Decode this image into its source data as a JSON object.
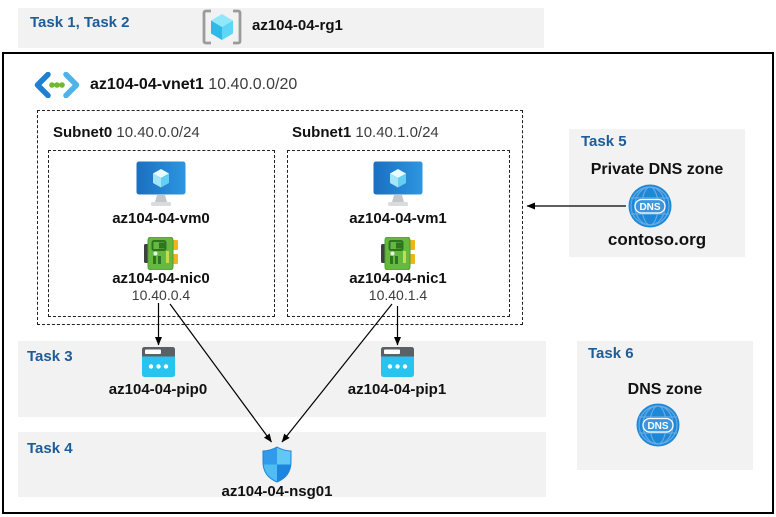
{
  "header": {
    "tasks_label": "Task 1, Task 2",
    "resource_group_name": "az104-04-rg1"
  },
  "vnet": {
    "name": "az104-04-vnet1",
    "cidr": "10.40.0.0/20"
  },
  "subnets": [
    {
      "name": "Subnet0",
      "cidr": "10.40.0.0/24",
      "vm_name": "az104-04-vm0",
      "nic_name": "az104-04-nic0",
      "nic_ip": "10.40.0.4",
      "pip_name": "az104-04-pip0"
    },
    {
      "name": "Subnet1",
      "cidr": "10.40.1.0/24",
      "vm_name": "az104-04-vm1",
      "nic_name": "az104-04-nic1",
      "nic_ip": "10.40.1.4",
      "pip_name": "az104-04-pip1"
    }
  ],
  "task3": {
    "label": "Task 3"
  },
  "task4": {
    "label": "Task 4",
    "nsg_name": "az104-04-nsg01"
  },
  "task5": {
    "label": "Task 5",
    "title": "Private DNS zone",
    "zone_name": "contoso.org",
    "icon_text": "DNS"
  },
  "task6": {
    "label": "Task 6",
    "title": "DNS zone",
    "icon_text": "DNS"
  },
  "colors": {
    "task_label": "#1E5C97",
    "band_bg": "#F2F2F2",
    "dns_blue": "#1E88D8",
    "vm_blue": "#1E82D2",
    "nic_green": "#66B83F",
    "pip_cyan": "#29C3F0"
  }
}
